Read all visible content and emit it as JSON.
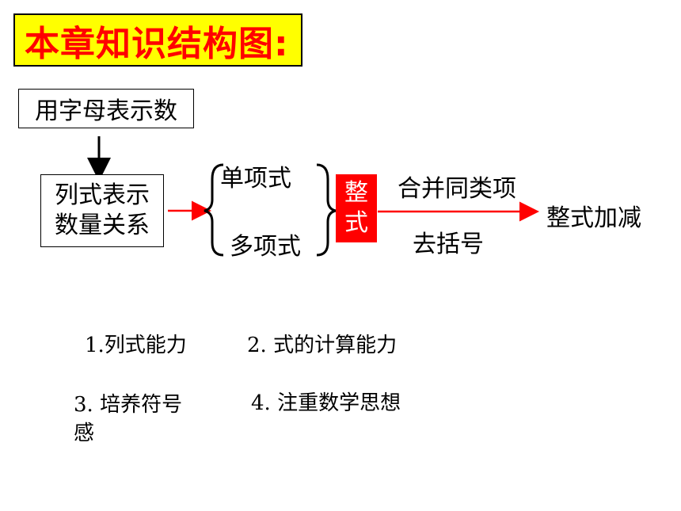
{
  "title": "本章知识结构图:",
  "nodes": {
    "letters": "用字母表示数",
    "express_line1": "列式表示",
    "express_line2": "数量关系",
    "monomial": "单项式",
    "polynomial": "多项式",
    "integer_line1": "整",
    "integer_line2": "式",
    "combine_like_terms": "合并同类项",
    "remove_brackets": "去括号",
    "add_subtract": "整式加减"
  },
  "abilities": {
    "a1": "1.列式能力",
    "a2": "2.  式的计算能力",
    "a3_line1": "3.  培养符号",
    "a3_line2": "感",
    "a4": "4.  注重数学思想"
  },
  "colors": {
    "title_bg": "#ffff00",
    "title_text": "#ff0000",
    "arrow_red": "#ff0000",
    "integer_box_bg": "#ff0000"
  }
}
